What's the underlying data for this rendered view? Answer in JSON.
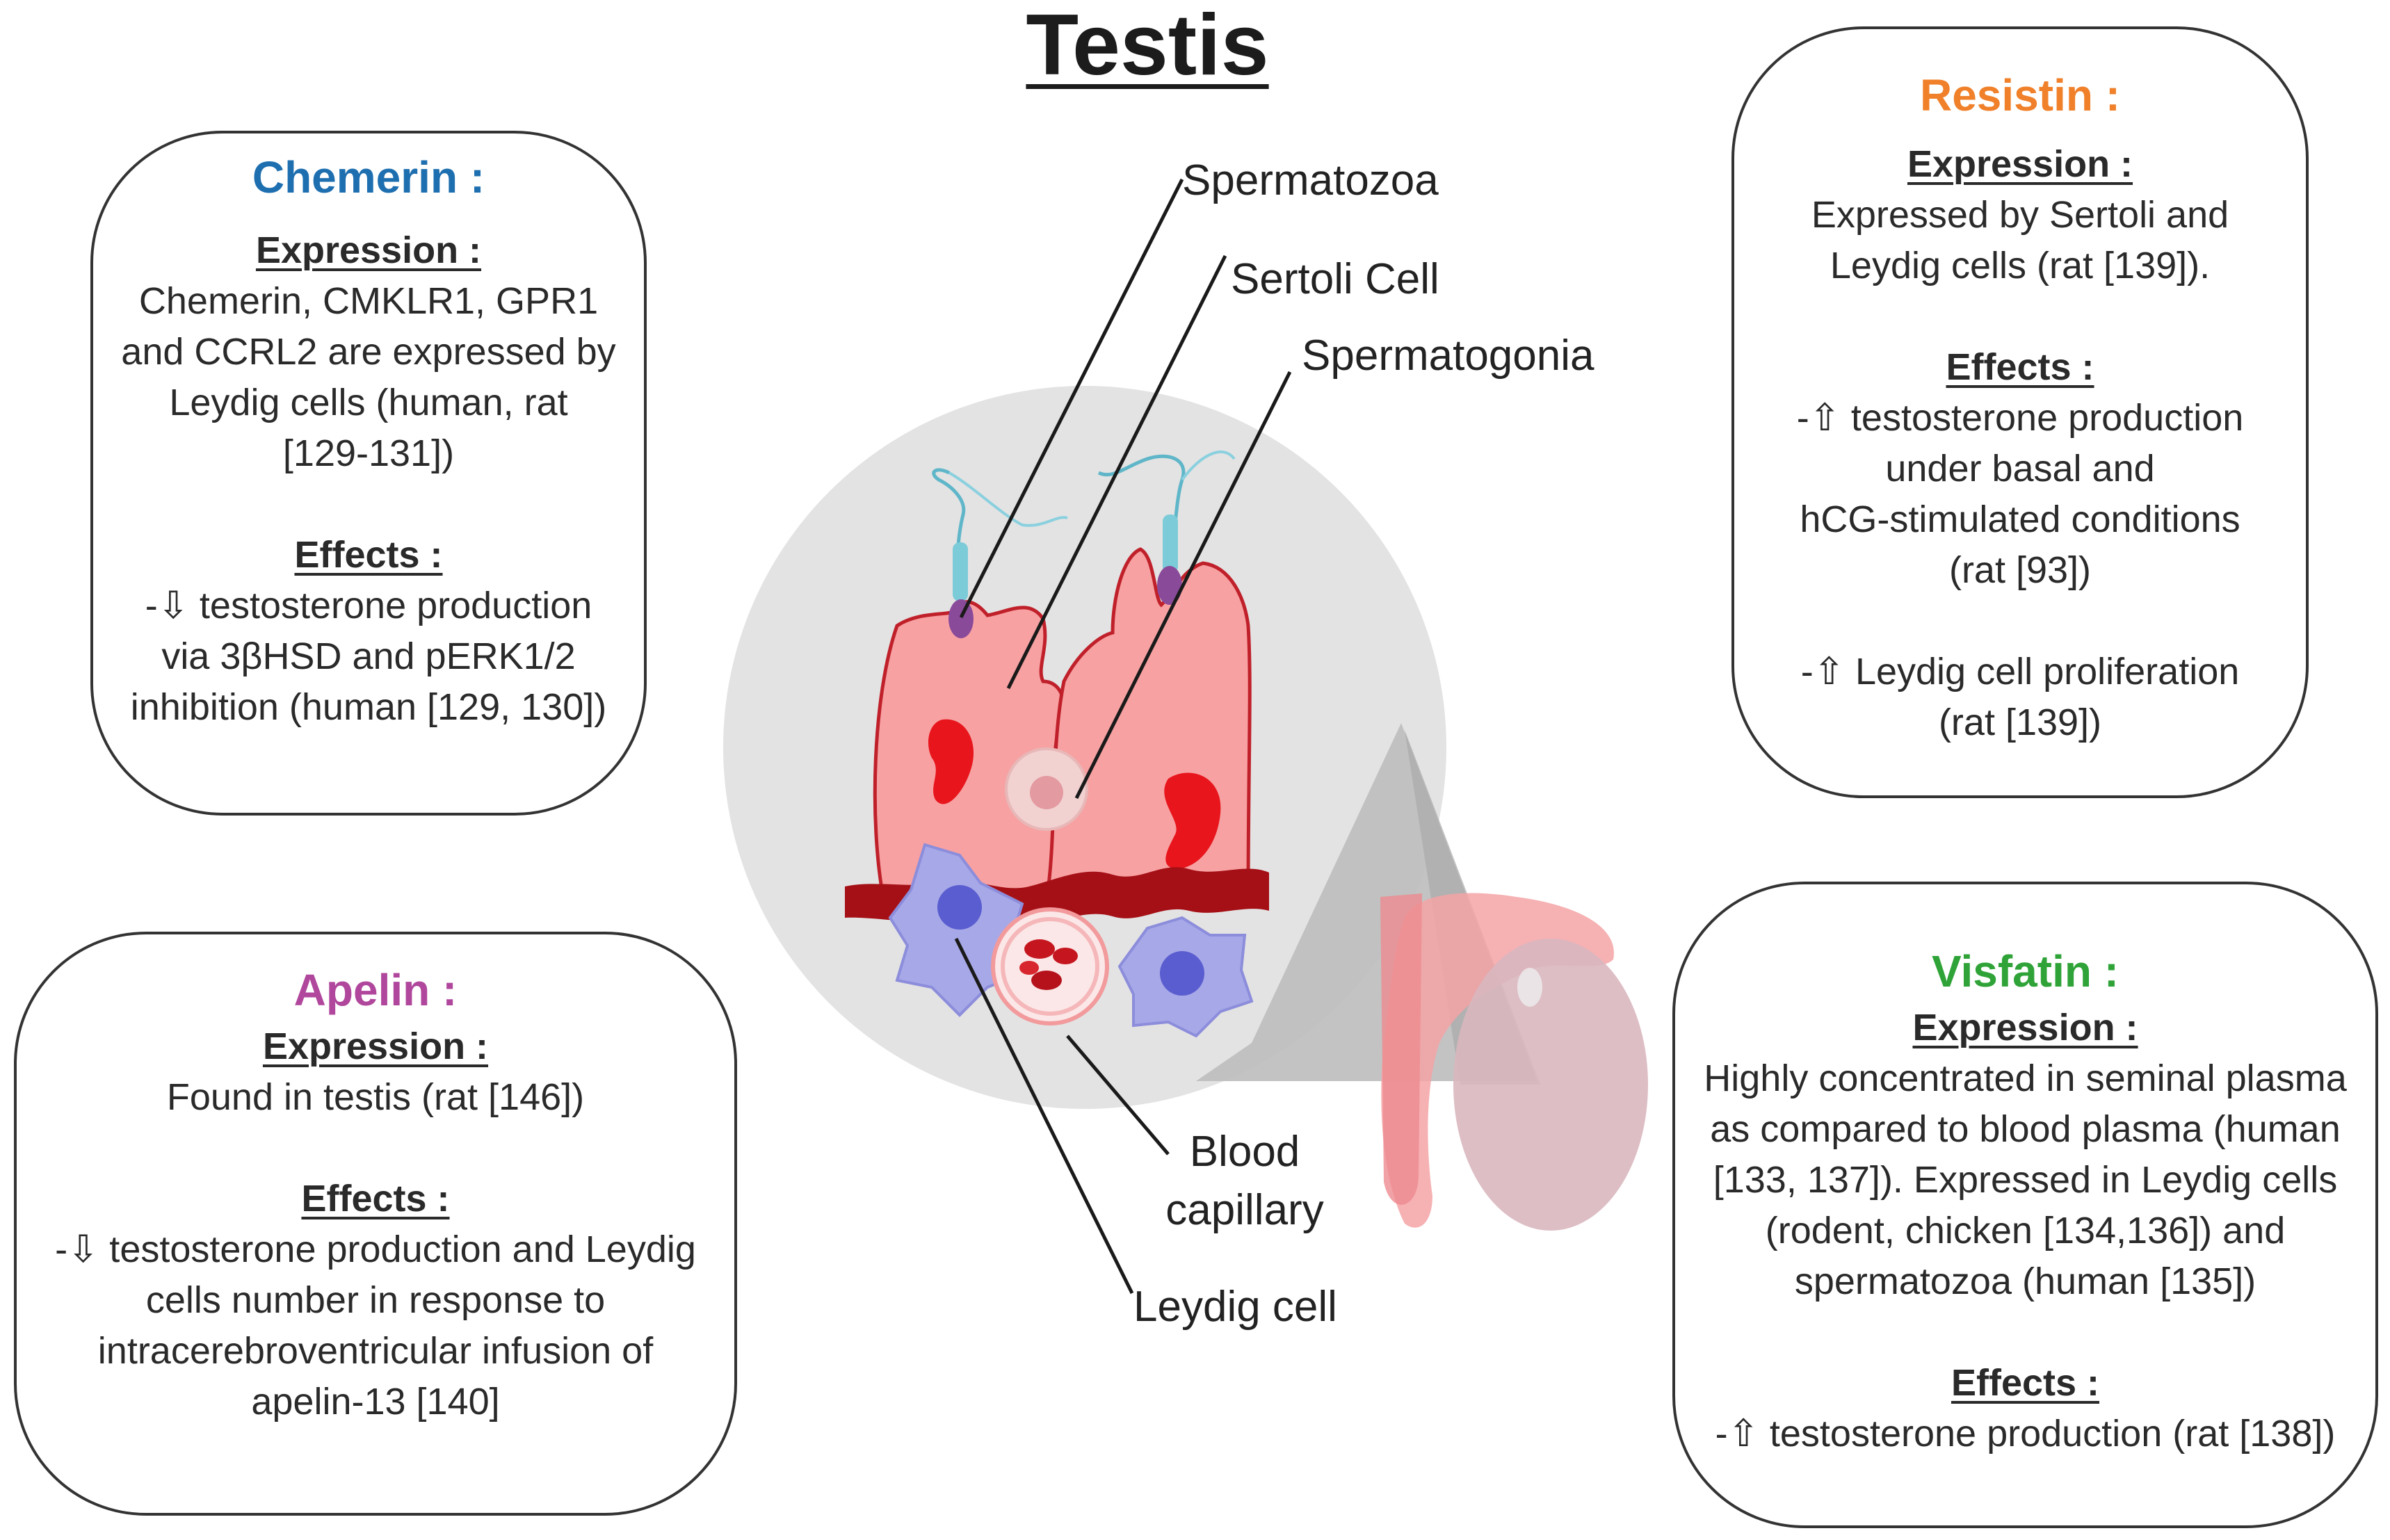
{
  "title": "Testis",
  "diagram_labels": {
    "spermatozoa": "Spermatozoa",
    "sertoli": "Sertoli Cell",
    "spermatogonia": "Spermatogonia",
    "blood_capillary": "Blood\ncapillary",
    "leydig": "Leydig cell"
  },
  "boxes": {
    "chemerin": {
      "title": "Chemerin :",
      "expression_head": "Expression :",
      "expression_text": "Chemerin, CMKLR1, GPR1\nand CCRL2 are expressed by\nLeydig cells (human, rat\n[129-131])",
      "effects_head": "Effects :",
      "effects_text": "-⇩ testosterone production\nvia 3βHSD and pERK1/2\ninhibition (human [129, 130])"
    },
    "apelin": {
      "title": "Apelin :",
      "expression_head": "Expression :",
      "expression_text": "Found in testis (rat [146])",
      "effects_head": "Effects :",
      "effects_text": "-⇩ testosterone production and Leydig\ncells number in response to\nintracerebroventricular infusion of\napelin-13 [140]"
    },
    "resistin": {
      "title": "Resistin :",
      "expression_head": "Expression :",
      "expression_text": "Expressed by Sertoli and\nLeydig cells (rat [139]).",
      "effects_head": "Effects :",
      "effects_text_1": "-⇧ testosterone production\nunder basal and\nhCG-stimulated conditions\n(rat [93])",
      "effects_text_2": "-⇧ Leydig cell proliferation\n(rat [139])"
    },
    "visfatin": {
      "title": "Visfatin :",
      "expression_head": "Expression :",
      "expression_text": "Highly concentrated in seminal plasma\nas compared to blood plasma (human\n[133, 137]). Expressed in Leydig cells\n(rodent, chicken [134,136]) and\nspermatozoa (human [135])",
      "effects_head": "Effects :",
      "effects_text": "-⇧ testosterone production (rat [138])"
    }
  },
  "colors": {
    "chemerin": "#1e6fb0",
    "apelin": "#b0479c",
    "resistin": "#f0802a",
    "visfatin": "#2fa338"
  }
}
